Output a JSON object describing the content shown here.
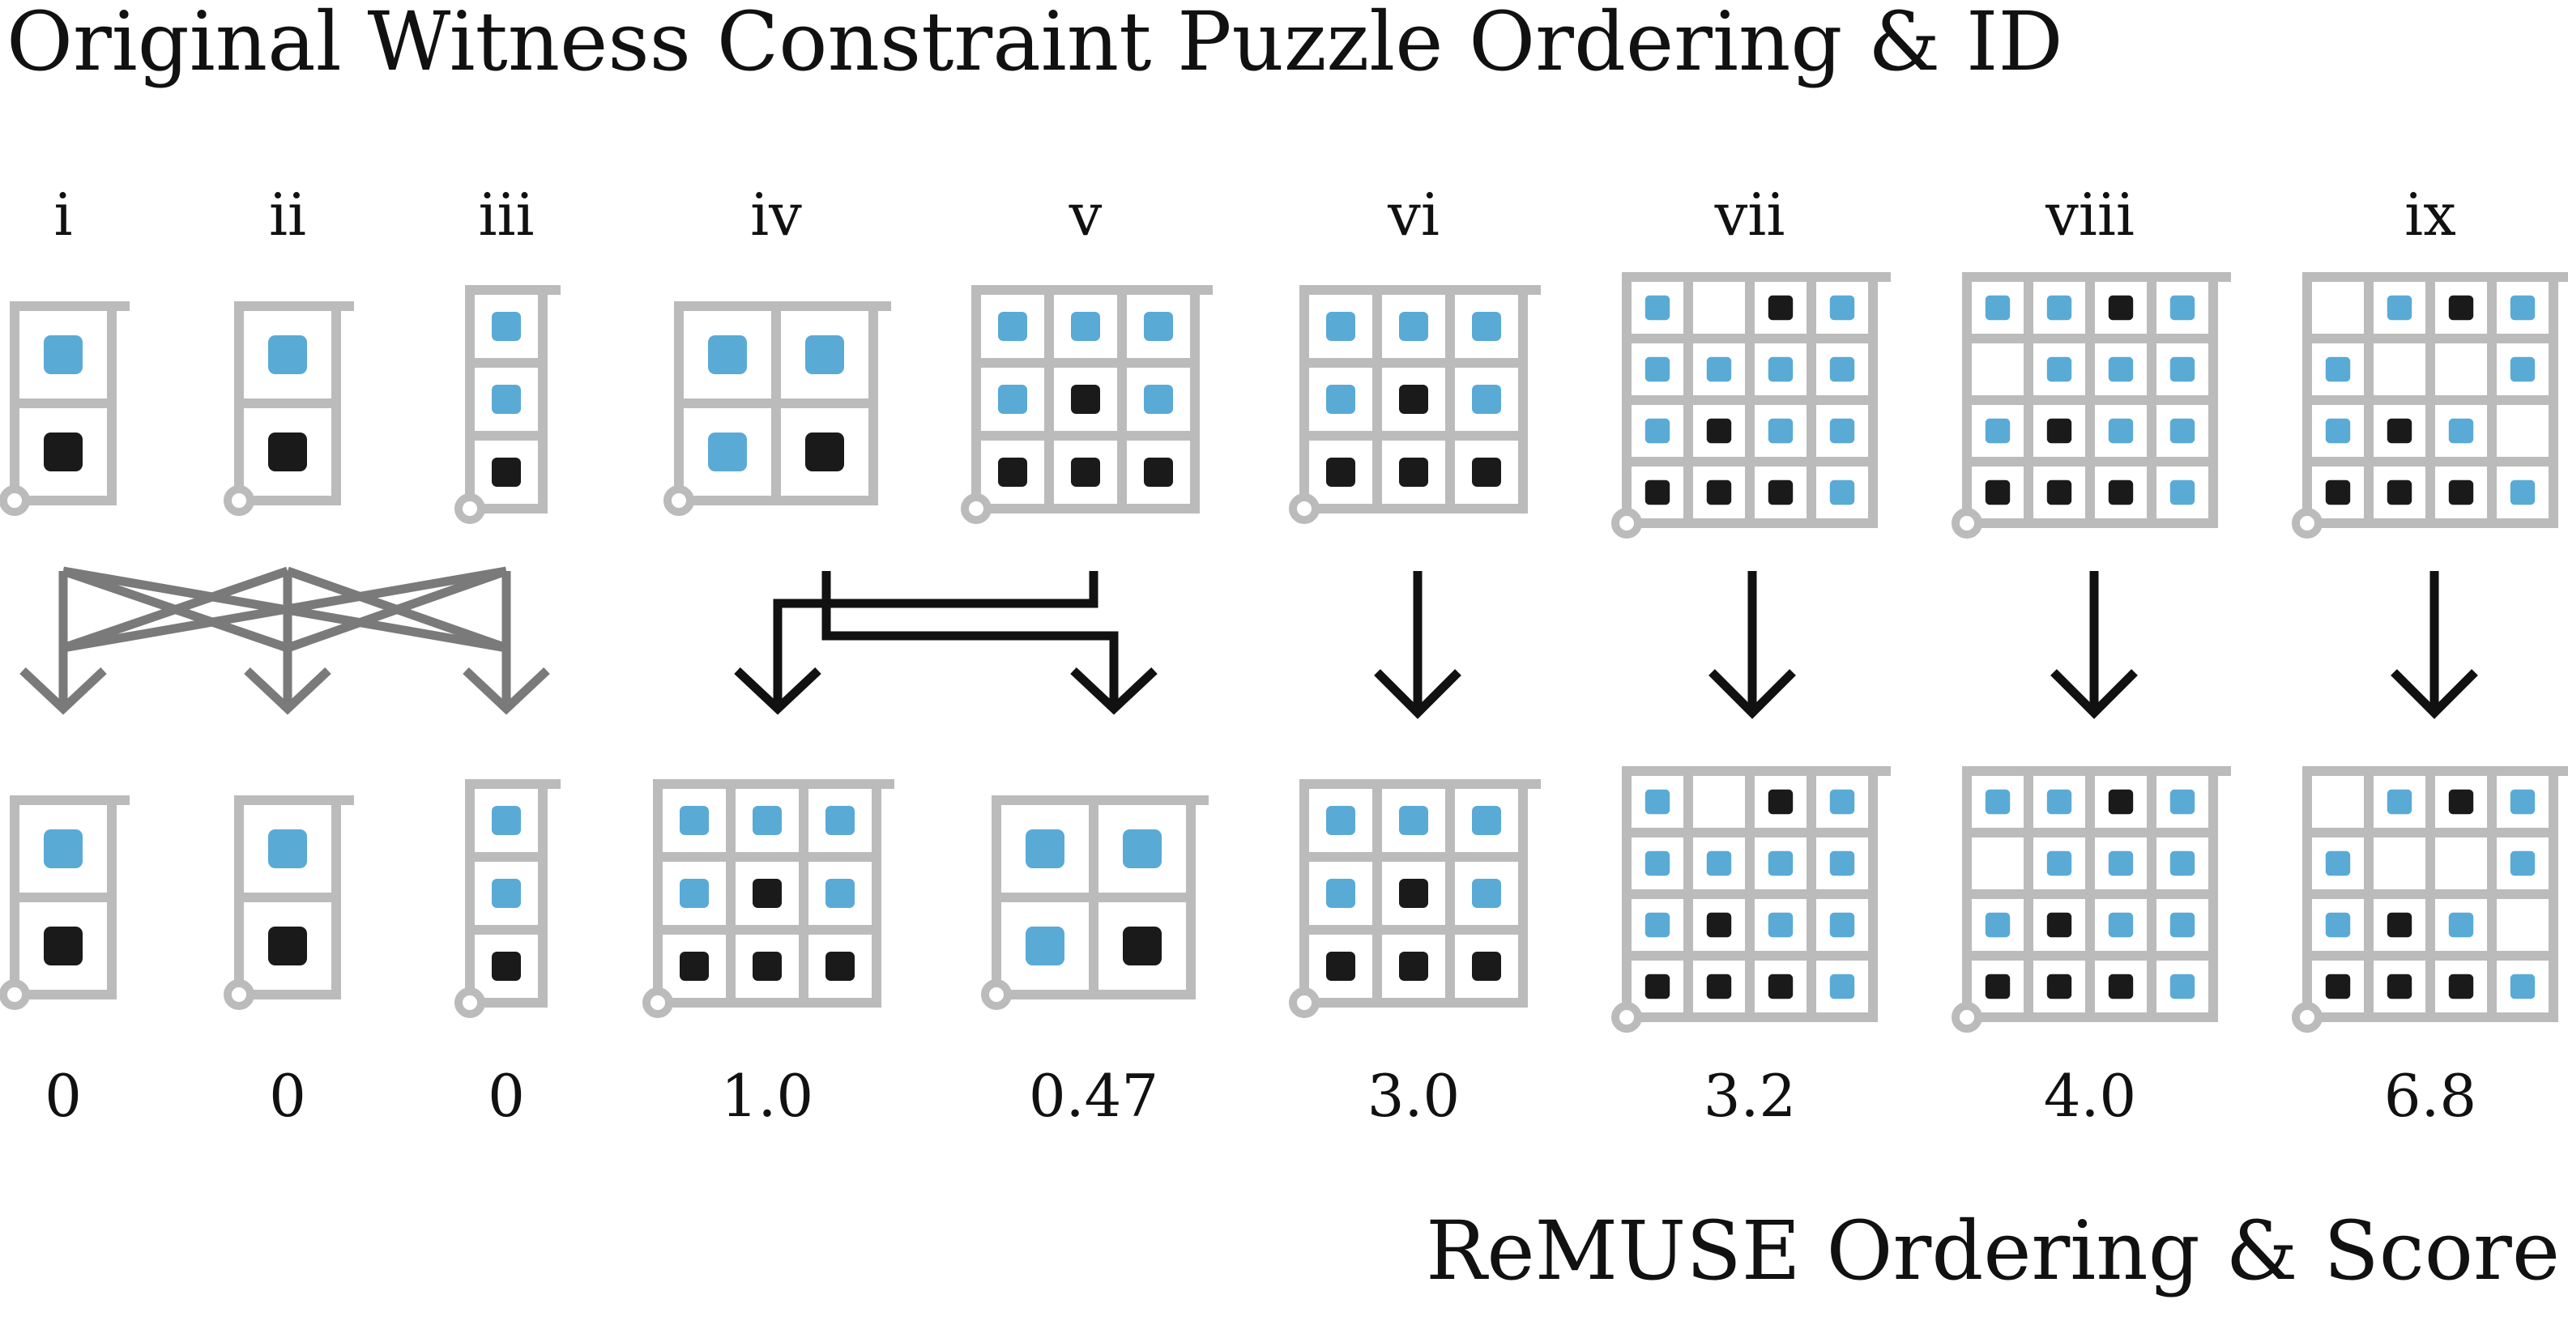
{
  "title": "Original Witness Constraint Puzzle Ordering & ID",
  "bottom_title": "ReMUSE Ordering & Score",
  "colors": {
    "grid": "#bbbbbb",
    "blue": "#5aaad6",
    "black": "#1a1a1a",
    "crossing_arrows": "#7a7a7a",
    "arrows": "#111111"
  },
  "puzzles": [
    {
      "id": "i",
      "cells": [
        "B",
        "K"
      ],
      "cols": 1,
      "score": "0"
    },
    {
      "id": "ii",
      "cells": [
        "B",
        "K"
      ],
      "cols": 1,
      "score": "0"
    },
    {
      "id": "iii",
      "cells": [
        "B",
        "B",
        "K"
      ],
      "cols": 1,
      "score": "0"
    },
    {
      "id": "iv",
      "cells": [
        "B",
        "B",
        "B",
        "K"
      ],
      "cols": 2,
      "score": "0.47"
    },
    {
      "id": "v",
      "cells": [
        "B",
        "B",
        "B",
        "B",
        "K",
        "B",
        "K",
        "K",
        "K"
      ],
      "cols": 3,
      "score": "1.0"
    },
    {
      "id": "vi",
      "cells": [
        "B",
        "B",
        "B",
        "B",
        "K",
        "B",
        "K",
        "K",
        "K"
      ],
      "cols": 3,
      "score": "3.0"
    },
    {
      "id": "vii",
      "cells": [
        "B",
        "",
        "K",
        "B",
        "B",
        "B",
        "B",
        "B",
        "B",
        "K",
        "B",
        "B",
        "K",
        "K",
        "K",
        "B"
      ],
      "cols": 4,
      "score": "3.2"
    },
    {
      "id": "viii",
      "cells": [
        "B",
        "B",
        "K",
        "B",
        "",
        "B",
        "B",
        "B",
        "B",
        "K",
        "B",
        "B",
        "K",
        "K",
        "K",
        "B"
      ],
      "cols": 4,
      "score": "4.0"
    },
    {
      "id": "ix",
      "cells": [
        "",
        "B",
        "K",
        "B",
        "B",
        "",
        "",
        "B",
        "B",
        "K",
        "B",
        "",
        "K",
        "K",
        "K",
        "B"
      ],
      "cols": 4,
      "score": "6.8"
    }
  ],
  "bottom_order": [
    "i",
    "ii",
    "iii",
    "v",
    "iv",
    "vi",
    "vii",
    "viii",
    "ix"
  ]
}
